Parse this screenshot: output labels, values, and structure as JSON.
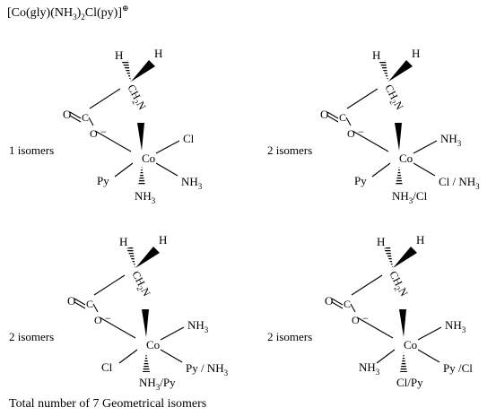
{
  "title": {
    "p1": "[Co(gly)(NH",
    "s1": "3",
    "p2": ")",
    "s2": "2",
    "p3": "Cl(py)]",
    "charge": "⊕"
  },
  "footer": "Total number of 7 Geometrical isomers",
  "atoms": {
    "H": "H",
    "O": "O",
    "C": "C",
    "Co": "Co",
    "ch2n_c": "C",
    "ch2n_h": "H",
    "ch2n_2": "2",
    "ch2n_n": "N",
    "minus": "−"
  },
  "structures": [
    {
      "count_label": "1 isomers",
      "upper_right": {
        "p1": "Cl",
        "s": "",
        "p2": ""
      },
      "lower_right": {
        "p1": "NH",
        "s": "3",
        "p2": ""
      },
      "lower_left": {
        "p1": "Py",
        "s": "",
        "p2": ""
      },
      "bottom": {
        "p1": "NH",
        "s": "3",
        "p2": ""
      }
    },
    {
      "count_label": "2 isomers",
      "upper_right": {
        "p1": "NH",
        "s": "3",
        "p2": ""
      },
      "lower_right": {
        "p1": "Cl / NH",
        "s": "3",
        "p2": ""
      },
      "lower_left": {
        "p1": "Py",
        "s": "",
        "p2": ""
      },
      "bottom": {
        "p1": "NH",
        "s": "3",
        "p2": "/Cl"
      }
    },
    {
      "count_label": "2 isomers",
      "upper_right": {
        "p1": "NH",
        "s": "3",
        "p2": ""
      },
      "lower_right": {
        "p1": "Py / NH",
        "s": "3",
        "p2": ""
      },
      "lower_left": {
        "p1": "Cl",
        "s": "",
        "p2": ""
      },
      "bottom": {
        "p1": "NH",
        "s": "3",
        "p2": "/Py"
      }
    },
    {
      "count_label": "2 isomers",
      "upper_right": {
        "p1": "NH",
        "s": "3",
        "p2": ""
      },
      "lower_right": {
        "p1": "Py /Cl",
        "s": "",
        "p2": ""
      },
      "lower_left": {
        "p1": "NH",
        "s": "3",
        "p2": ""
      },
      "bottom": {
        "p1": "Cl/Py",
        "s": "",
        "p2": ""
      }
    }
  ]
}
